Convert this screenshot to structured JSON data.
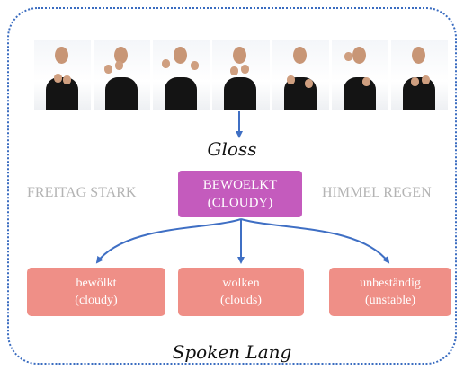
{
  "diagram": {
    "gloss_label": "Gloss",
    "spoken_label": "Spoken Lang",
    "context_left": "FREITAG STARK",
    "context_right": "HIMMEL REGEN",
    "gloss_box": {
      "line1": "BEWOELKT",
      "line2": "(CLOUDY)"
    },
    "translations": [
      {
        "word": "bewölkt",
        "meaning": "(cloudy)"
      },
      {
        "word": "wolken",
        "meaning": "(clouds)"
      },
      {
        "word": "unbeständig",
        "meaning": "(unstable)"
      }
    ],
    "colors": {
      "frame_border": "#3a6cc0",
      "arrow": "#3f6fc4",
      "gloss_box": "#c45bbd",
      "translation_box": "#ef8f87",
      "context_text": "#b4b4b4"
    },
    "video_frames": 7
  }
}
